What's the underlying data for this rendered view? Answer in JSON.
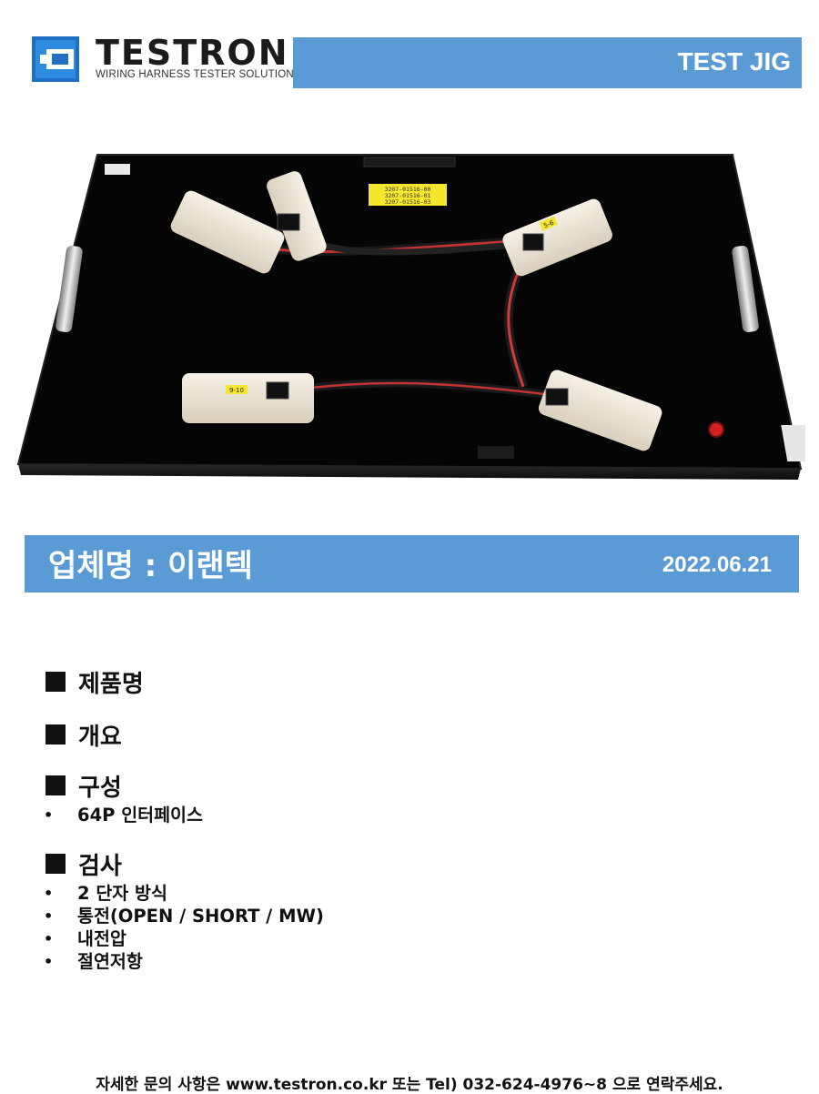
{
  "header": {
    "brand": "TESTRON",
    "tagline": "WIRING HARNESS TESTER SOLUTIONS",
    "right_label": "TEST JIG",
    "accent_color": "#5b9bd5"
  },
  "photo": {
    "jig_label_lines": [
      "3207-01516-00",
      "3207-01516-01",
      "3207-01516-03"
    ],
    "connector_tags": [
      "5-6",
      "9-10"
    ]
  },
  "company": {
    "label": "업체명 : 이랜텍",
    "date": "2022.06.21"
  },
  "sections": [
    {
      "title": "제품명",
      "bullets": []
    },
    {
      "title": "개요",
      "bullets": []
    },
    {
      "title": "구성",
      "bullets": [
        "64P 인터페이스"
      ]
    },
    {
      "title": "검사",
      "bullets": [
        "2 단자 방식",
        "통전(OPEN / SHORT / MW)",
        "내전압",
        "절연저항"
      ]
    }
  ],
  "footer": {
    "text": "자세한 문의 사항은 www.testron.co.kr 또는 Tel) 032-624-4976~8 으로 연락주세요."
  }
}
